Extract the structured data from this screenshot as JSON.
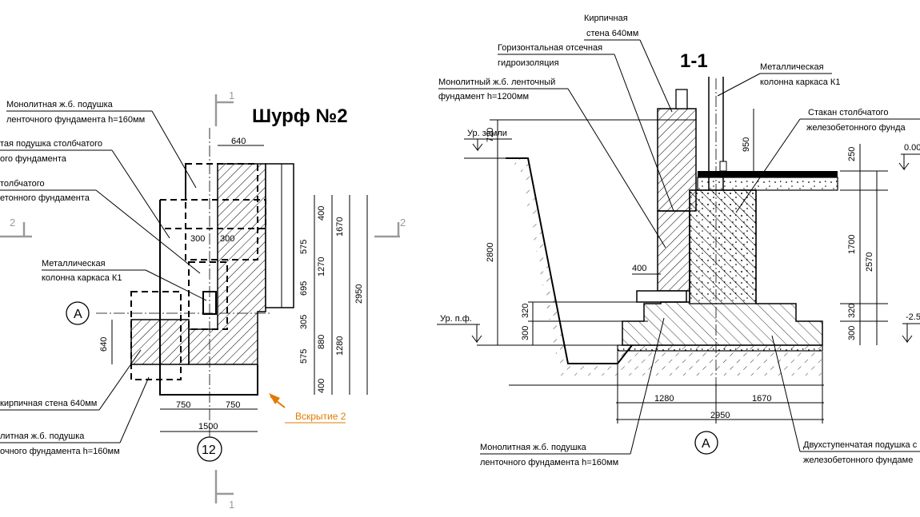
{
  "left": {
    "title": "Шурф №2",
    "section_mark": "1",
    "section_mark_side": "2",
    "axis_a": "A",
    "axis_12": "12",
    "opening_label": "Вскрытие 2",
    "callouts": {
      "strip_pad": [
        "Монолитная ж.б. подушка",
        "ленточного фундамента h=160мм"
      ],
      "column_pad": [
        "тая подушка столбчатого",
        "ого фундамента"
      ],
      "column_found": [
        "толбчатого",
        "етонного фундамента"
      ],
      "column": [
        "Металлическая",
        "колонна каркаса К1"
      ],
      "brick_wall": [
        "кирпичная стена 640мм"
      ],
      "strip_pad_bottom": [
        "литная ж.б. подушка",
        "очного фундамента h=160мм"
      ]
    },
    "dims": {
      "top": "640",
      "inner_left": "300",
      "inner_right": "300",
      "v1": [
        "400",
        "575",
        "695",
        "305",
        "575",
        "400"
      ],
      "v2": [
        "1270",
        "880"
      ],
      "v3": [
        "1670",
        "1280"
      ],
      "total": "2950",
      "left_640": "640",
      "bottom": [
        "750",
        "750"
      ],
      "bottom_total": "1500"
    }
  },
  "right": {
    "title": "1-1",
    "axis_a": "A",
    "callouts": {
      "brick_wall": [
        "Кирпичная",
        "стена 640мм"
      ],
      "horiz_waterproof": [
        "Горизонтальная отсечная",
        "гидроизоляция"
      ],
      "strip_found": [
        "Монолитный ж.б. ленточный",
        "фундамент h=1200мм"
      ],
      "column": [
        "Металлическая",
        "колонна каркаса К1"
      ],
      "cup": [
        "Стакан столбчатого",
        "железобетонного фунда"
      ],
      "two_step_pad": [
        "Двухступенчатая подушка с",
        "железобетонного фундаме"
      ],
      "strip_pad": [
        "Монолитная ж.б. подушка",
        "ленточного фундамента h=160мм"
      ]
    },
    "levels": {
      "ground": "Ур. земли",
      "floor": "Ур. п.ф.",
      "zero": "0.00",
      "minus": "-2.5"
    },
    "dims": {
      "left": [
        "720",
        "2800"
      ],
      "left_small": [
        "320",
        "300"
      ],
      "col_950": "950",
      "right_250": "250",
      "right_1700": "1700",
      "right_2570": "2570",
      "right_small": [
        "320",
        "300"
      ],
      "step_400": "400",
      "bottom": [
        "1280",
        "1670"
      ],
      "bottom_total": "2950"
    }
  }
}
